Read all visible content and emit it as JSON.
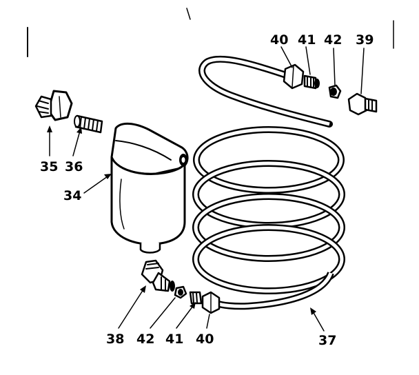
{
  "labels": {
    "p34": "34",
    "p35": "35",
    "p36": "36",
    "p37": "37",
    "p38": "38",
    "p39": "39",
    "p40_top": "40",
    "p40_bottom": "40",
    "p41_top": "41",
    "p41_bottom": "41",
    "p42_top": "42",
    "p42_bottom": "42"
  }
}
